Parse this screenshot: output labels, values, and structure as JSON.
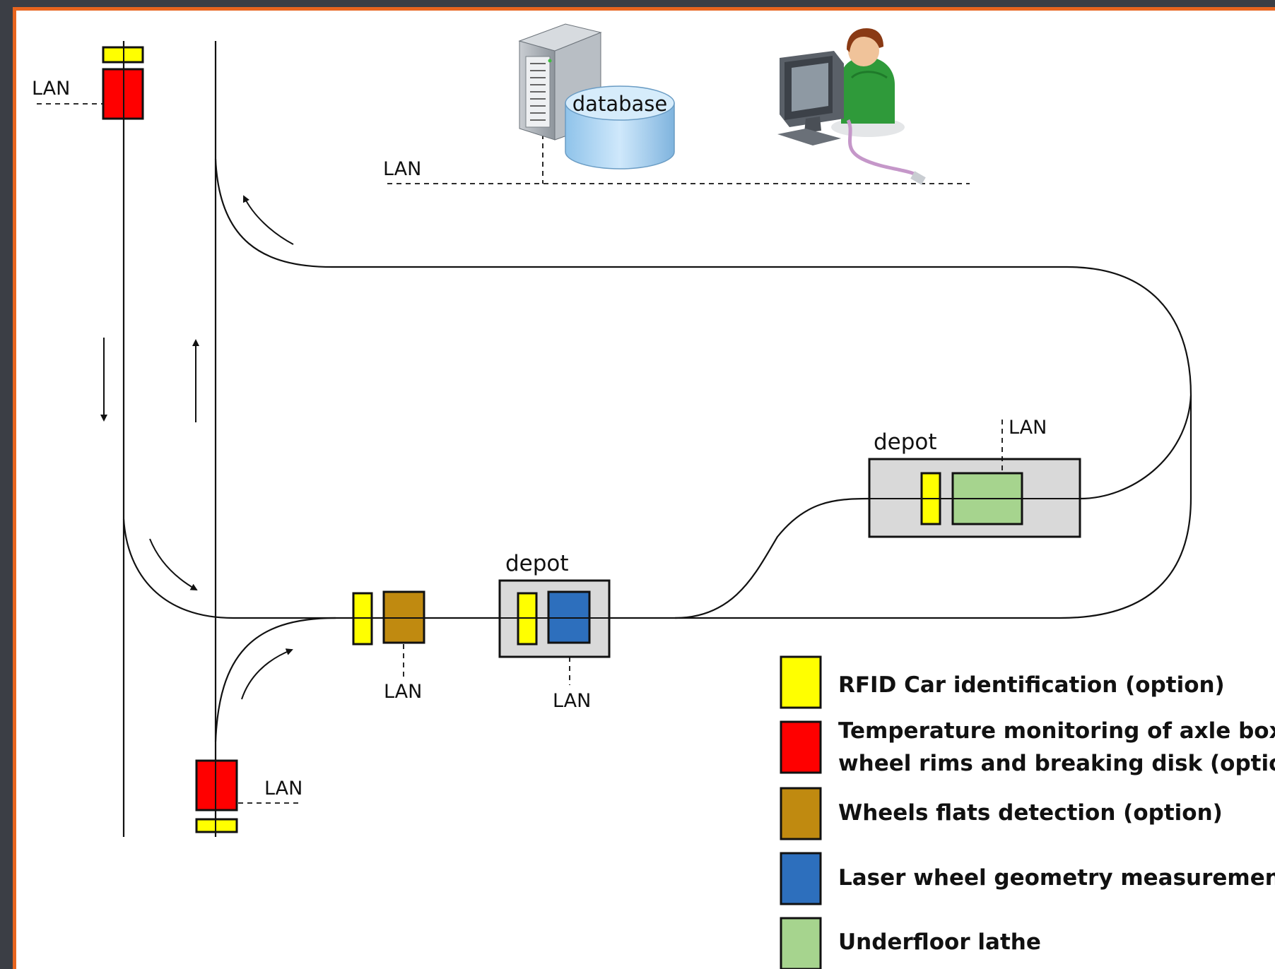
{
  "lan_label": "LAN",
  "database_label": "database",
  "depot_label": "depot",
  "legend": [
    {
      "key": "rfid",
      "color": "#ffff00",
      "lines": [
        "RFID Car identification (option)"
      ]
    },
    {
      "key": "temp",
      "color": "#ff0000",
      "lines": [
        "Temperature monitoring of axle box,",
        "wheel rims and breaking disk (option)"
      ]
    },
    {
      "key": "flats",
      "color": "#c08a10",
      "lines": [
        "Wheels flats detection (option)"
      ]
    },
    {
      "key": "laser",
      "color": "#2d6fbd",
      "lines": [
        "Laser wheel geometry measurement"
      ]
    },
    {
      "key": "lathe",
      "color": "#a6d48e",
      "lines": [
        "Underfloor lathe"
      ]
    }
  ],
  "colors": {
    "rfid": "#ffff00",
    "temp": "#ff0000",
    "flats": "#c08a10",
    "laser": "#2d6fbd",
    "lathe": "#a6d48e",
    "depot_fill": "#d9d9d9",
    "frame_accent": "#e8651f"
  },
  "icons": {
    "server": "server-icon",
    "database": "database-icon",
    "operator": "operator-workstation-icon"
  }
}
